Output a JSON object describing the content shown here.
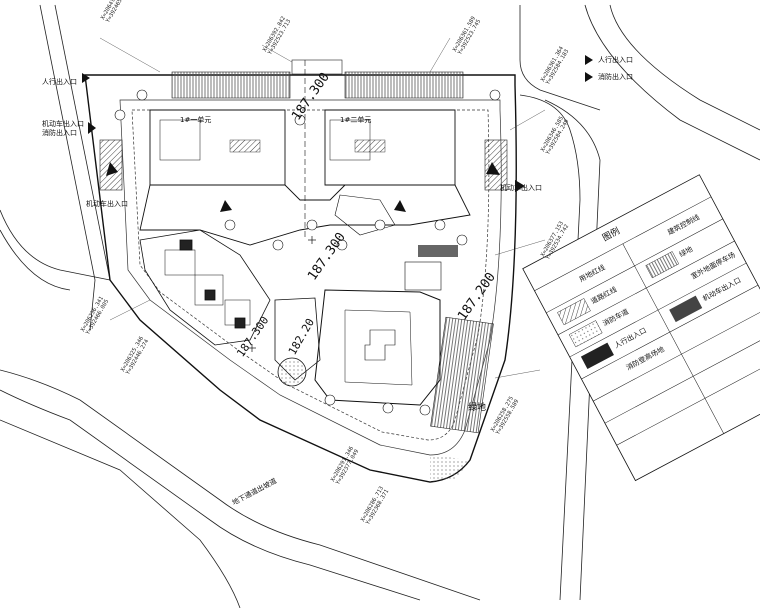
{
  "entrances": {
    "pedestrian_left": "人行出入口",
    "pedestrian_right": "人行出入口",
    "vehicle_fire_left": "机动车出入口",
    "fire_left": "消防出入口",
    "fire_right": "消防出入口",
    "vehicle_right": "机动车出入口",
    "vehicle_right2": "机动车出入口"
  },
  "elevations": {
    "e1": "187.300",
    "e2": "187.300",
    "e3": "187.200",
    "e4": "187.300",
    "e5": "182.20"
  },
  "buildings": {
    "unit1": "1#一单元",
    "unit2": "1#二单元",
    "green": "绿地",
    "underground_ramp": "地下通道出坡道"
  },
  "coords": {
    "c1": "X=2064l4.150\nY=392465.505",
    "c2": "X=206392.842\nY=392523.713",
    "c3": "X=206361.589\nY=392523.745",
    "c4": "X=206361.364\nY=392584.183",
    "c5": "X=206346.585\nY=392584.249",
    "c6": "X=206377.153\nY=392534.742",
    "c7": "X=206236.341\nY=392466.005",
    "c8": "X=206325.346\nY=392446.274",
    "c9": "X=206258.275\nY=392558.589",
    "c10": "X=206291.346\nY=392377.049",
    "c11": "X=206286.713\nY=392368.371"
  },
  "legend": {
    "title": "图例",
    "rows": [
      "用地红线",
      "建筑控制线",
      "道路红线",
      "绿地",
      "消防车道",
      "室外地面停车场",
      "人行出入口",
      "机动车出入口",
      "消防登高场地"
    ]
  },
  "colors": {
    "line": "#111111",
    "hatch": "#555555",
    "dark": "#222222",
    "gray": "#9a9a9a"
  }
}
